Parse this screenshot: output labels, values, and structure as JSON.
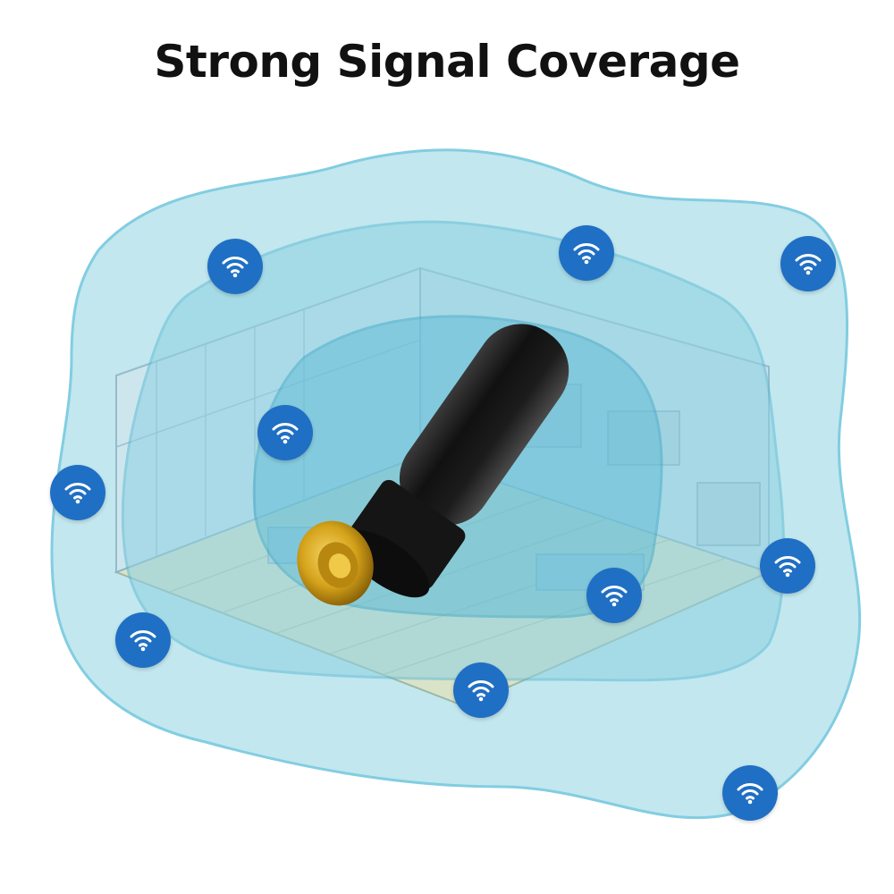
{
  "title": "Strong Signal Coverage",
  "colors": {
    "wifi_badge": "#1f6fc4",
    "coverage_outer": "#8fd2e2",
    "coverage_mid": "#6cc2da",
    "coverage_inner": "#4fb2d2",
    "antenna_body": "#1c1c1c",
    "connector_gold": "#d4a21a"
  },
  "icons": {
    "wifi": "wifi-icon",
    "antenna": "antenna-image",
    "room": "room-illustration"
  }
}
